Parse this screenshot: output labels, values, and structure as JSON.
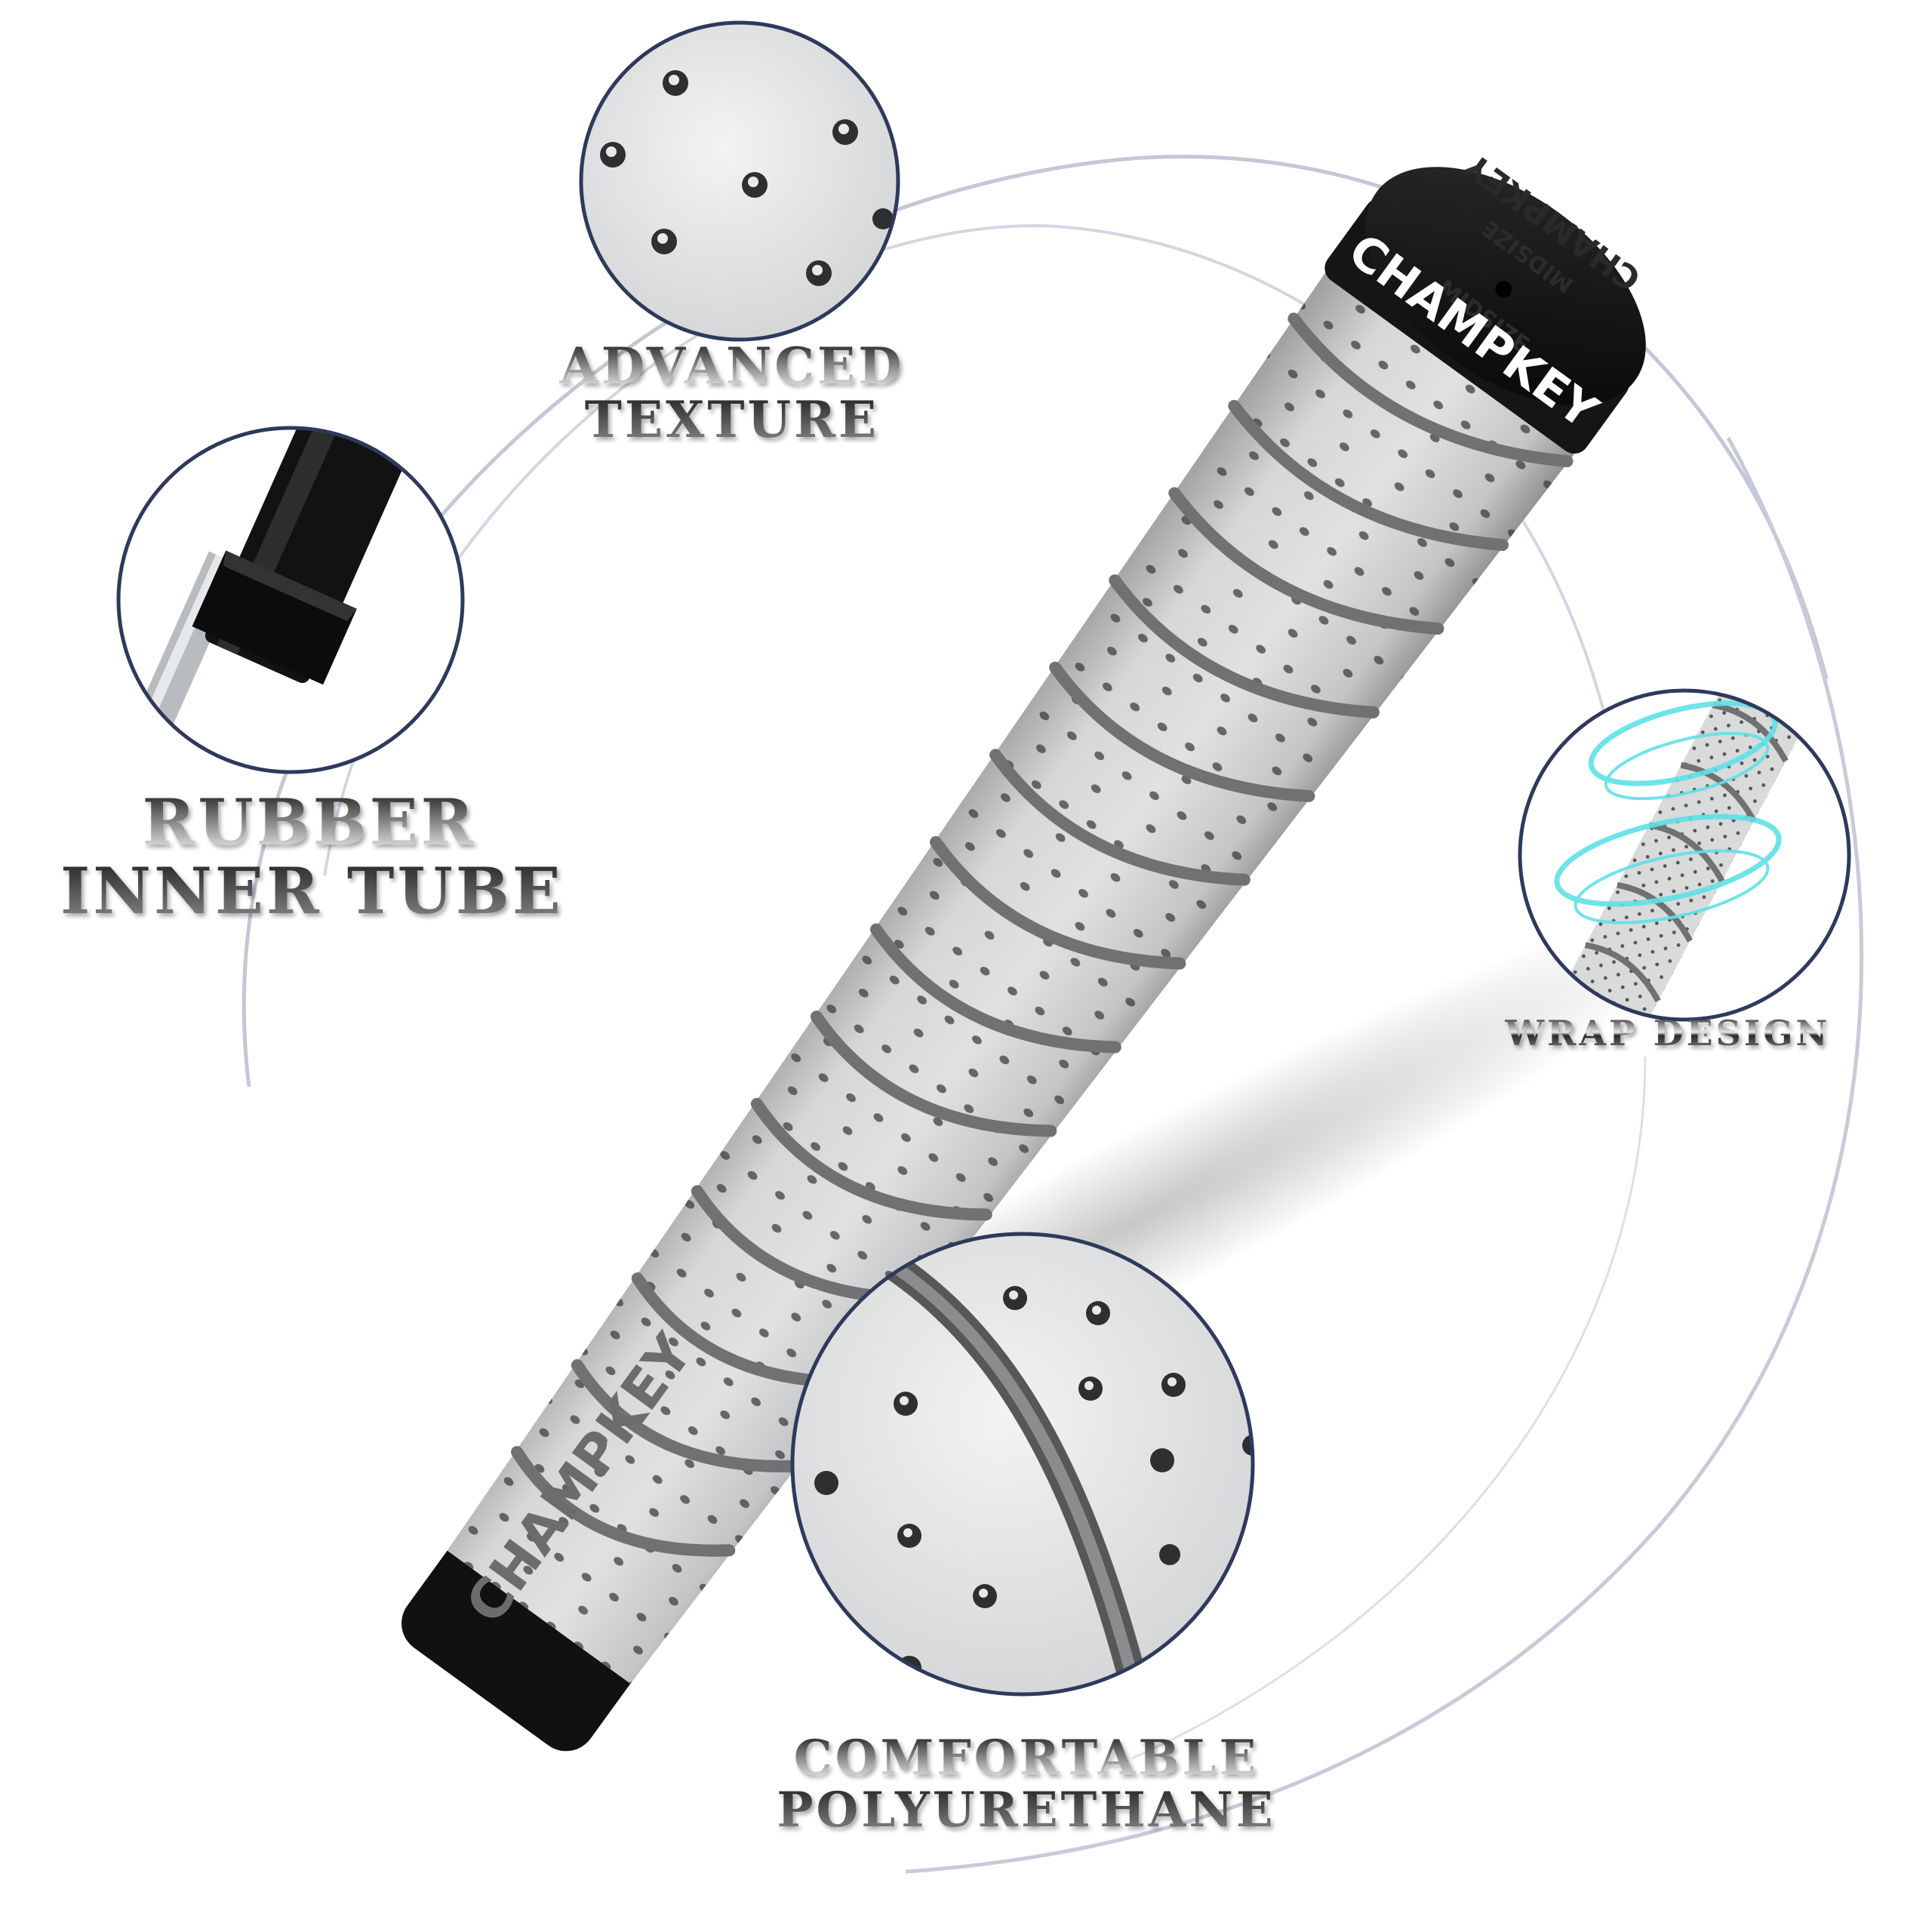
{
  "brand": {
    "logo_text": "CHAMPKEY",
    "cap_model_text": "MIDSIZE",
    "logo_color": "#ffffff",
    "cap_color": "#141414"
  },
  "features": [
    {
      "id": "advanced-texture",
      "lines": [
        "ADVANCED",
        "TEXTURE"
      ],
      "icon": "perforation-closeup-icon"
    },
    {
      "id": "rubber-inner-tube",
      "lines": [
        "RUBBER",
        "INNER TUBE"
      ],
      "icon": "rubber-tube-closeup-icon"
    },
    {
      "id": "wrap-design",
      "lines": [
        "WRAP DESIGN"
      ],
      "icon": "spiral-wrap-icon"
    },
    {
      "id": "comfortable-polyurethane",
      "lines": [
        "COMFORTABLE",
        "POLYURETHANE"
      ],
      "icon": "polyurethane-closeup-icon"
    }
  ],
  "colors": {
    "grip": "#cfd0d0",
    "grip_groove": "#6f7172",
    "circle_border": "#2e3a5c",
    "swirl": "#5fe0e8",
    "orbit": "#c3c7d6"
  }
}
